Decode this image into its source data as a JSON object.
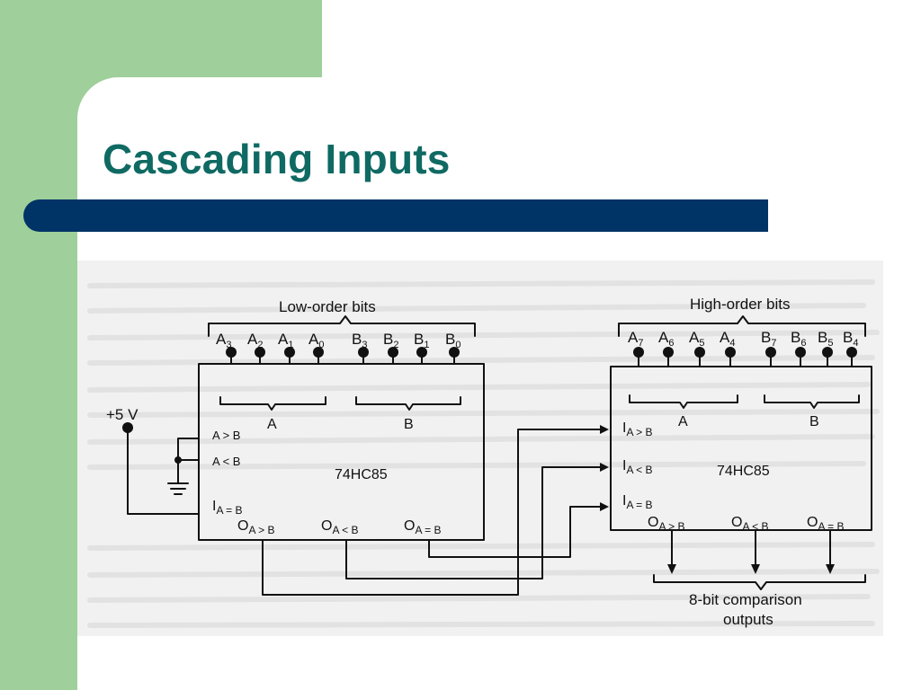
{
  "slide": {
    "title": "Cascading Inputs",
    "colors": {
      "title": "#0f6a63",
      "bar": "#003366",
      "accent": "#9fcf9a"
    }
  },
  "diagram": {
    "low_group_label": "Low-order bits",
    "high_group_label": "High-order bits",
    "supply_label": "+5 V",
    "chip_name": "74HC85",
    "word_a": "A",
    "word_b": "B",
    "outputs_label_line1": "8-bit comparison",
    "outputs_label_line2": "outputs"
  }
}
